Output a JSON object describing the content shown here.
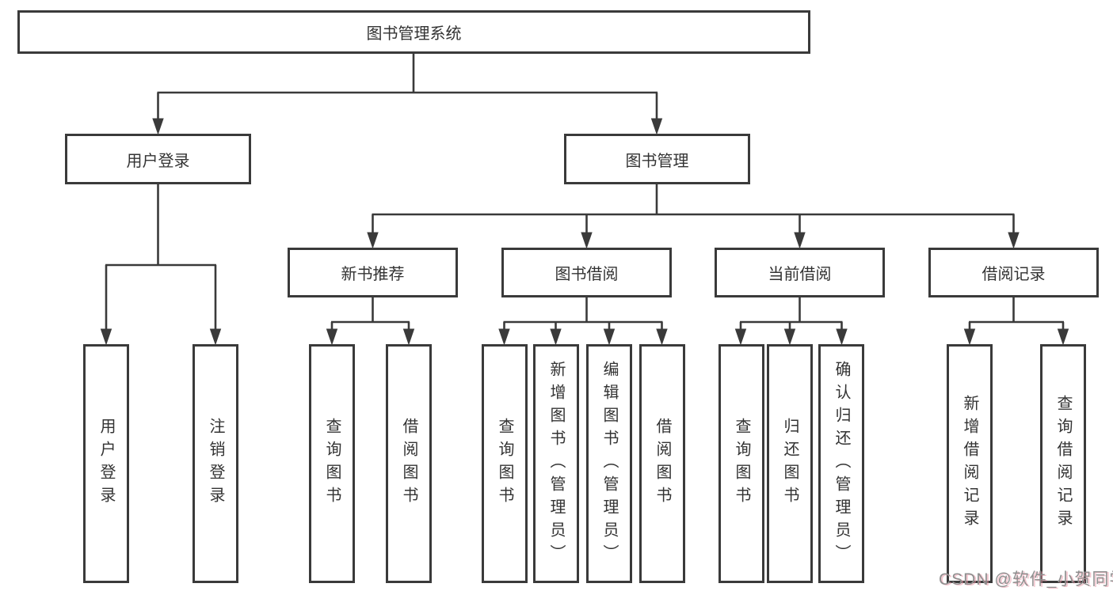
{
  "diagram": {
    "root": "图书管理系统",
    "level2": {
      "login": "用户登录",
      "manage": "图书管理"
    },
    "level3": {
      "recommend": "新书推荐",
      "borrow": "图书借阅",
      "current": "当前借阅",
      "record": "借阅记录"
    },
    "leaves": {
      "login": [
        "用户登录",
        "注销登录"
      ],
      "recommend": [
        "查询图书",
        "借阅图书"
      ],
      "borrow": [
        "查询图书",
        "新增图书（管理员）",
        "编辑图书（管理员）",
        "借阅图书"
      ],
      "current": [
        "查询图书",
        "归还图书",
        "确认归还（管理员）"
      ],
      "record": [
        "新增借阅记录",
        "查询借阅记录"
      ]
    }
  },
  "watermark": "CSDN @软件_小贺同学",
  "colors": {
    "line": "#3a3a3a",
    "text": "#333333",
    "box_fill": "#ffffff",
    "watermark": "#8f8f8f"
  }
}
